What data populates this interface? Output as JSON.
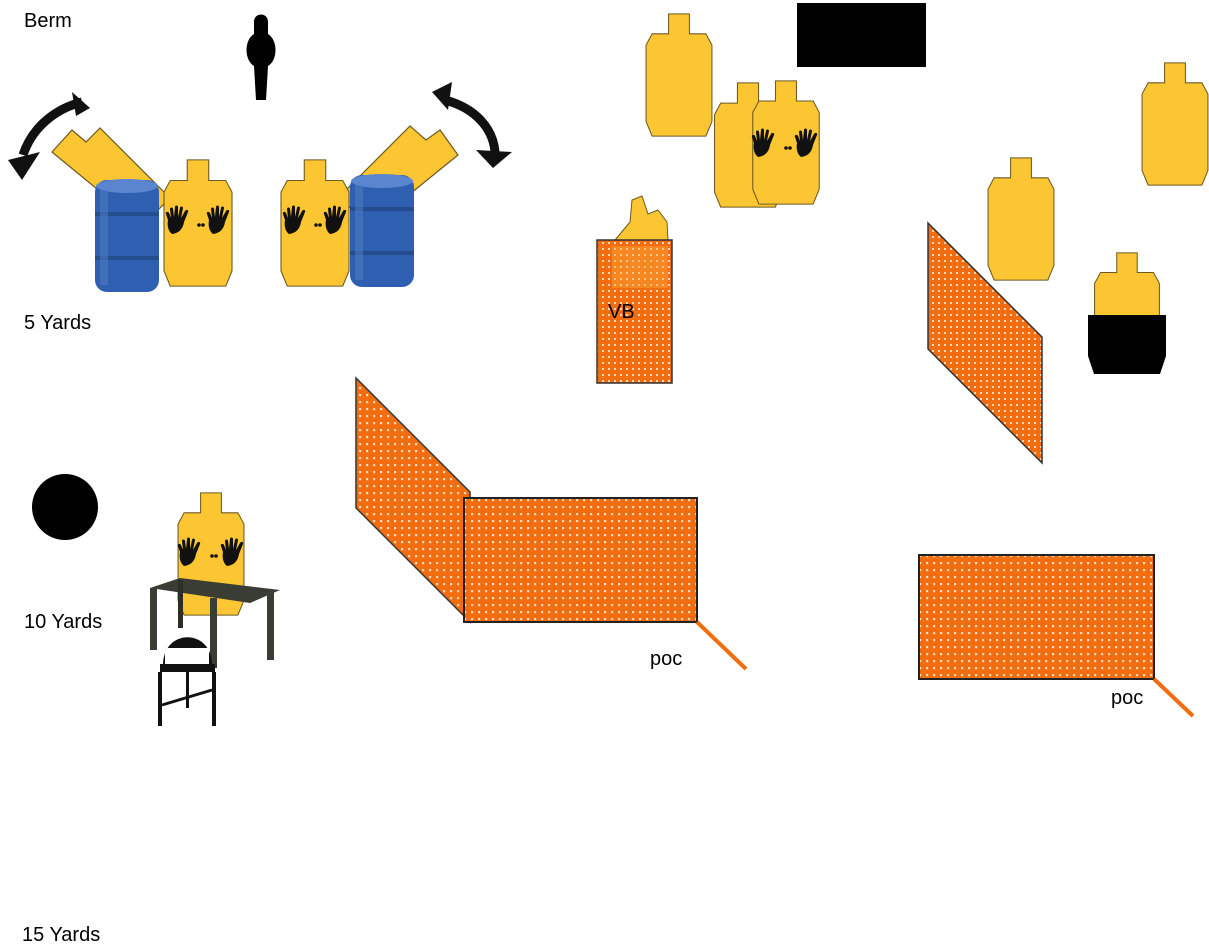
{
  "labels": {
    "berm": "Berm",
    "yards_5": "5 Yards",
    "yards_10": "10 Yards",
    "yards_15": "15 Yards",
    "vb": "VB",
    "poc_1": "poc",
    "poc_2": "poc"
  },
  "colors": {
    "target": "#fcc532",
    "target_stroke": "#6b5a22",
    "barrel": "#2f5fb0",
    "wall_orange": "#f26c10",
    "black": "#000000",
    "table": "#3a3d33"
  }
}
